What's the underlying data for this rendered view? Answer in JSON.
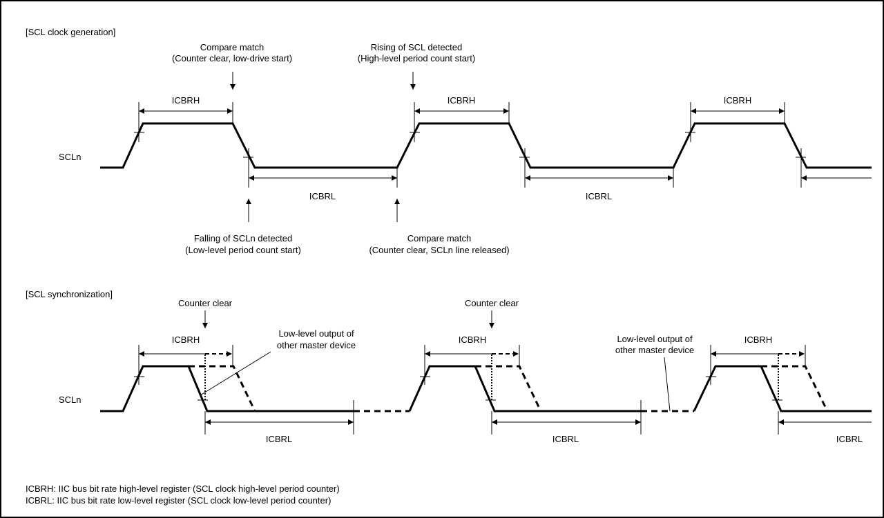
{
  "section1": {
    "title": "[SCL clock generation]",
    "signal_label": "SCLn",
    "compare_match_top_line1": "Compare match",
    "compare_match_top_line2": "(Counter clear, low-drive start)",
    "rising_line1": "Rising of SCL detected",
    "rising_line2": "(High-level period count start)",
    "icbrh": "ICBRH",
    "icbrl": "ICBRL",
    "falling_line1": "Falling of SCLn detected",
    "falling_line2": "(Low-level period count start)",
    "compare_match_bottom_line1": "Compare match",
    "compare_match_bottom_line2": "(Counter clear, SCLn line released)"
  },
  "section2": {
    "title": "[SCL synchronization]",
    "signal_label": "SCLn",
    "counter_clear": "Counter clear",
    "icbrh": "ICBRH",
    "icbrl": "ICBRL",
    "other_master_line1": "Low-level output of",
    "other_master_line2": "other master device"
  },
  "footnotes": {
    "icbrh": "ICBRH: IIC bus bit rate high-level register (SCL clock high-level period counter)",
    "icbrl": "ICBRL: IIC bus bit rate low-level register (SCL clock low-level period counter)"
  }
}
